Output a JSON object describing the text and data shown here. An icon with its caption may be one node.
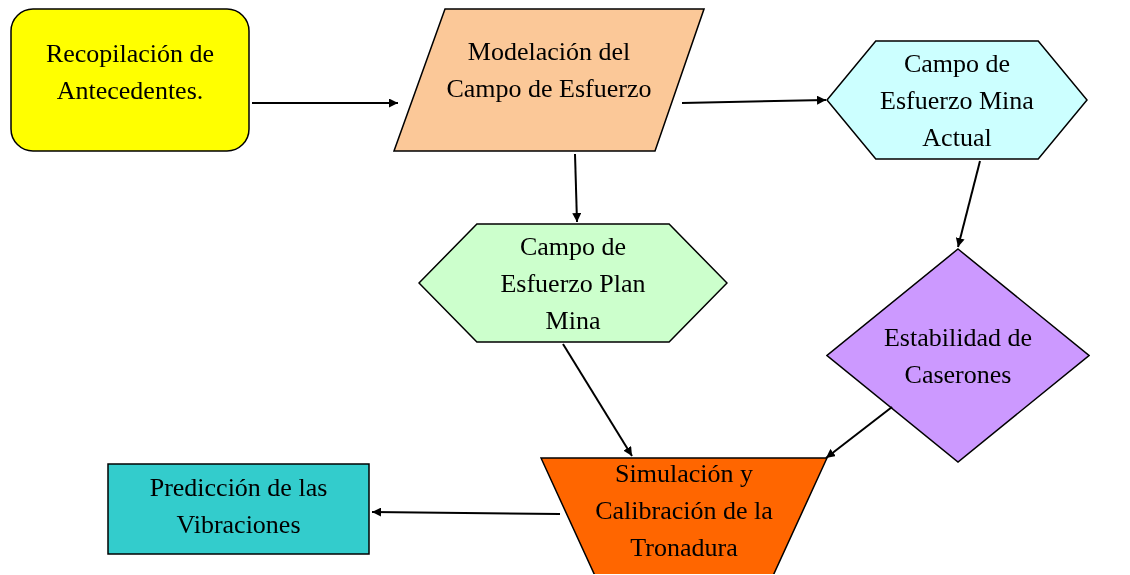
{
  "diagram": {
    "nodes": [
      {
        "text": [
          "Recopilación de Antecedentes."
        ]
      },
      {
        "text": [
          "Modelación del Campo de Esfuerzo"
        ]
      },
      {
        "text": [
          "Campo de Esfuerzo Mina Actual"
        ]
      },
      {
        "text": [
          "Campo de Esfuerzo Plan Mina"
        ]
      },
      {
        "text": [
          "Estabilidad de Caserones"
        ]
      },
      {
        "text": [
          "Simulación y Calibración de la Tronadura"
        ]
      },
      {
        "text": [
          "Predicción de las Vibraciones"
        ]
      }
    ],
    "edges": [
      {
        "from": 0,
        "to": 1,
        "arrow": "to"
      },
      {
        "from": 1,
        "to": 2,
        "arrow": "to"
      },
      {
        "from": 1,
        "to": 3,
        "arrow": "to"
      },
      {
        "from": 2,
        "to": 4,
        "arrow": "to"
      },
      {
        "from": 3,
        "to": 5,
        "arrow": "to"
      },
      {
        "from": 4,
        "to": 5,
        "arrow": "to"
      },
      {
        "from": 5,
        "to": 6,
        "arrow": "to"
      }
    ]
  }
}
